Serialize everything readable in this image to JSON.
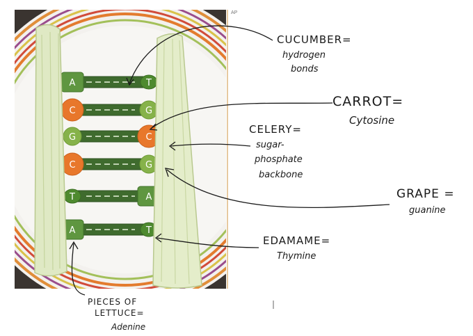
{
  "corner_mark": "AP",
  "labels": {
    "cucumber": {
      "title": "CUCUMBER=",
      "lines": [
        "hydrogen",
        "bonds"
      ]
    },
    "carrot": {
      "title": "CARROT=",
      "lines": [
        "Cytosine"
      ]
    },
    "celery": {
      "title": "CELERY=",
      "lines": [
        "sugar-",
        "phosphate",
        "backbone"
      ]
    },
    "grape": {
      "title": "GRAPE =",
      "lines": [
        "guanine"
      ]
    },
    "edamame": {
      "title": "EDAMAME=",
      "lines": [
        "Thymine"
      ]
    },
    "lettuce": {
      "title_lines": [
        "PIECES OF",
        "LETTUCE="
      ],
      "lines": [
        "Adenine"
      ]
    }
  },
  "base_pairs": [
    {
      "left": "A",
      "right": "T",
      "left_type": "lettuce",
      "right_type": "edamame"
    },
    {
      "left": "C",
      "right": "G",
      "left_type": "carrot",
      "right_type": "grape"
    },
    {
      "left": "G",
      "right": "C",
      "left_type": "grape",
      "right_type": "carrot"
    },
    {
      "left": "C",
      "right": "G",
      "left_type": "carrot",
      "right_type": "grape"
    },
    {
      "left": "T",
      "right": "A",
      "left_type": "edamame",
      "right_type": "lettuce"
    },
    {
      "left": "A",
      "right": "T",
      "left_type": "lettuce",
      "right_type": "edamame"
    }
  ],
  "colors": {
    "celery": "#dfe9c4",
    "cucumber": "#3f6b2e",
    "carrot": "#e8772b",
    "grape": "#86b24a",
    "edamame": "#4e8a2f",
    "lettuce": "#5f9640"
  }
}
